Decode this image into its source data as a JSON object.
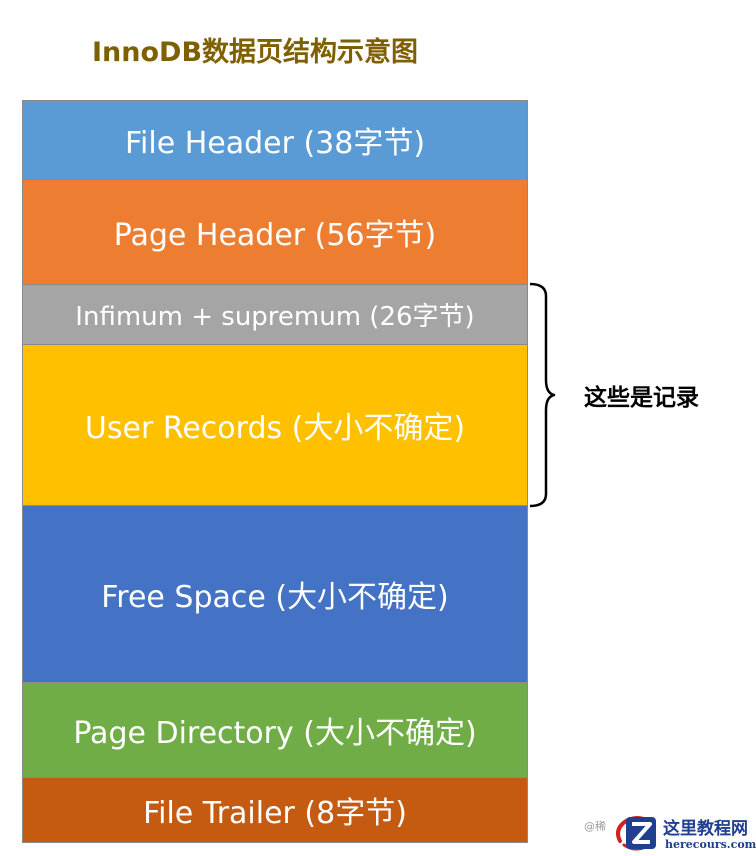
{
  "title": "InnoDB数据页结构示意图",
  "blocks": [
    {
      "label": "File Header (38字节)",
      "color": "#5b9bd5"
    },
    {
      "label": "Page Header (56字节)",
      "color": "#ed7d31"
    },
    {
      "label": "Infimum + supremum (26字节)",
      "color": "#a5a5a5"
    },
    {
      "label": "User Records (大小不确定)",
      "color": "#ffc000"
    },
    {
      "label": "Free Space (大小不确定)",
      "color": "#4472c4"
    },
    {
      "label": "Page Directory (大小不确定)",
      "color": "#70ad47"
    },
    {
      "label": "File Trailer (8字节)",
      "color": "#c55a11"
    }
  ],
  "brace_label": "这些是记录",
  "watermark": {
    "handle": "@稀",
    "site_name": "这里教程网",
    "site_url": "herecours.com"
  },
  "colors": {
    "title": "#7f6000",
    "watermark": "#1f3f8f"
  }
}
